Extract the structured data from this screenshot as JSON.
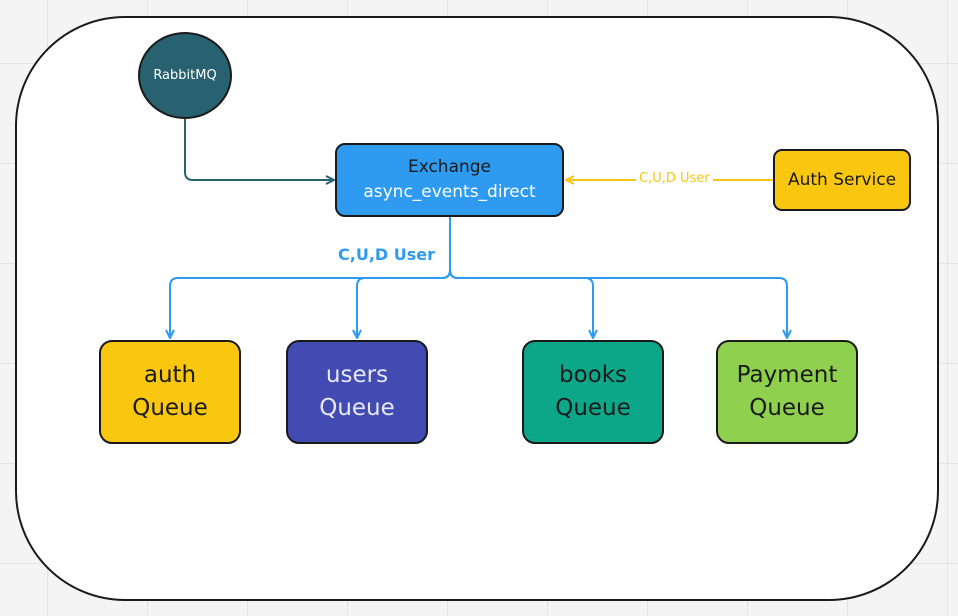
{
  "nodes": {
    "rabbitmq": {
      "label": "RabbitMQ"
    },
    "exchange": {
      "line1": "Exchange",
      "line2": "async_events_direct"
    },
    "auth_service": {
      "label": "Auth Service"
    },
    "queues": [
      {
        "line1": "auth",
        "line2": "Queue"
      },
      {
        "line1": "users",
        "line2": "Queue"
      },
      {
        "line1": "books",
        "line2": "Queue"
      },
      {
        "line1": "Payment",
        "line2": "Queue"
      }
    ]
  },
  "edges": {
    "auth_to_exchange_label": "C,U,D User",
    "exchange_fanout_label": "C,U,D User"
  },
  "colors": {
    "rabbitmq": "#286270",
    "exchange": "#2e9bf0",
    "auth_service": "#fac710",
    "auth_queue": "#fac710",
    "users_queue": "#414bb2",
    "books_queue": "#0ca789",
    "payment_queue": "#8fd14f",
    "rabbit_connector": "#286270",
    "exchange_connector": "#2e9bf0",
    "auth_connector": "#fac710",
    "outline": "#1a1a1a"
  }
}
